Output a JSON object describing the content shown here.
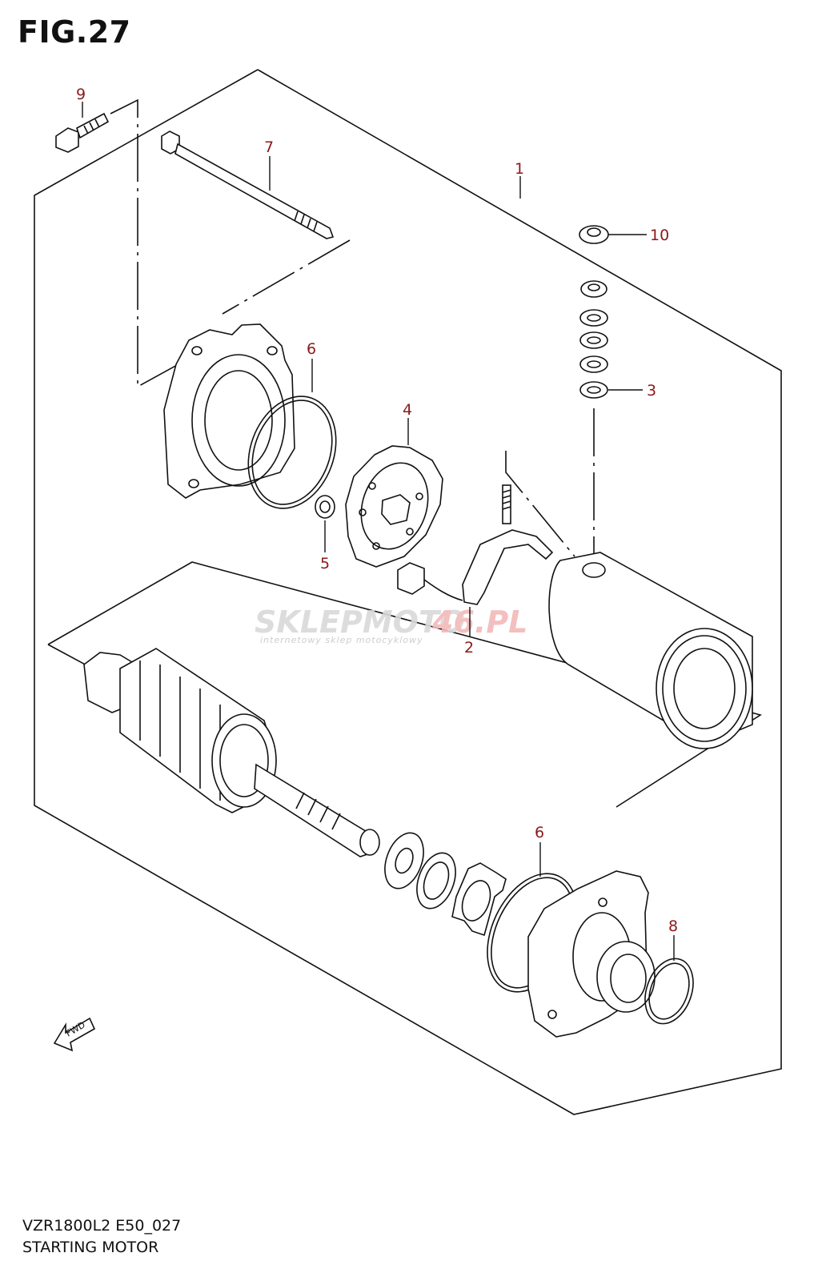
{
  "figure": {
    "title": "FIG.27",
    "model_code": "VZR1800L2 E50_027",
    "name": "STARTING MOTOR"
  },
  "callouts": [
    "1",
    "2",
    "3",
    "4",
    "5",
    "6",
    "6",
    "7",
    "8",
    "9",
    "10"
  ],
  "direction_label": "FWD",
  "watermark": {
    "brand_part1": "SKLEPMOTO",
    "brand_part2": "46.PL",
    "tagline": "internetowy sklep motocyklowy"
  },
  "colors": {
    "callout": "#8b1a1a",
    "line": "#111111",
    "watermark_red": "#f3b9b9",
    "watermark_grey": "#d9d9d9"
  }
}
